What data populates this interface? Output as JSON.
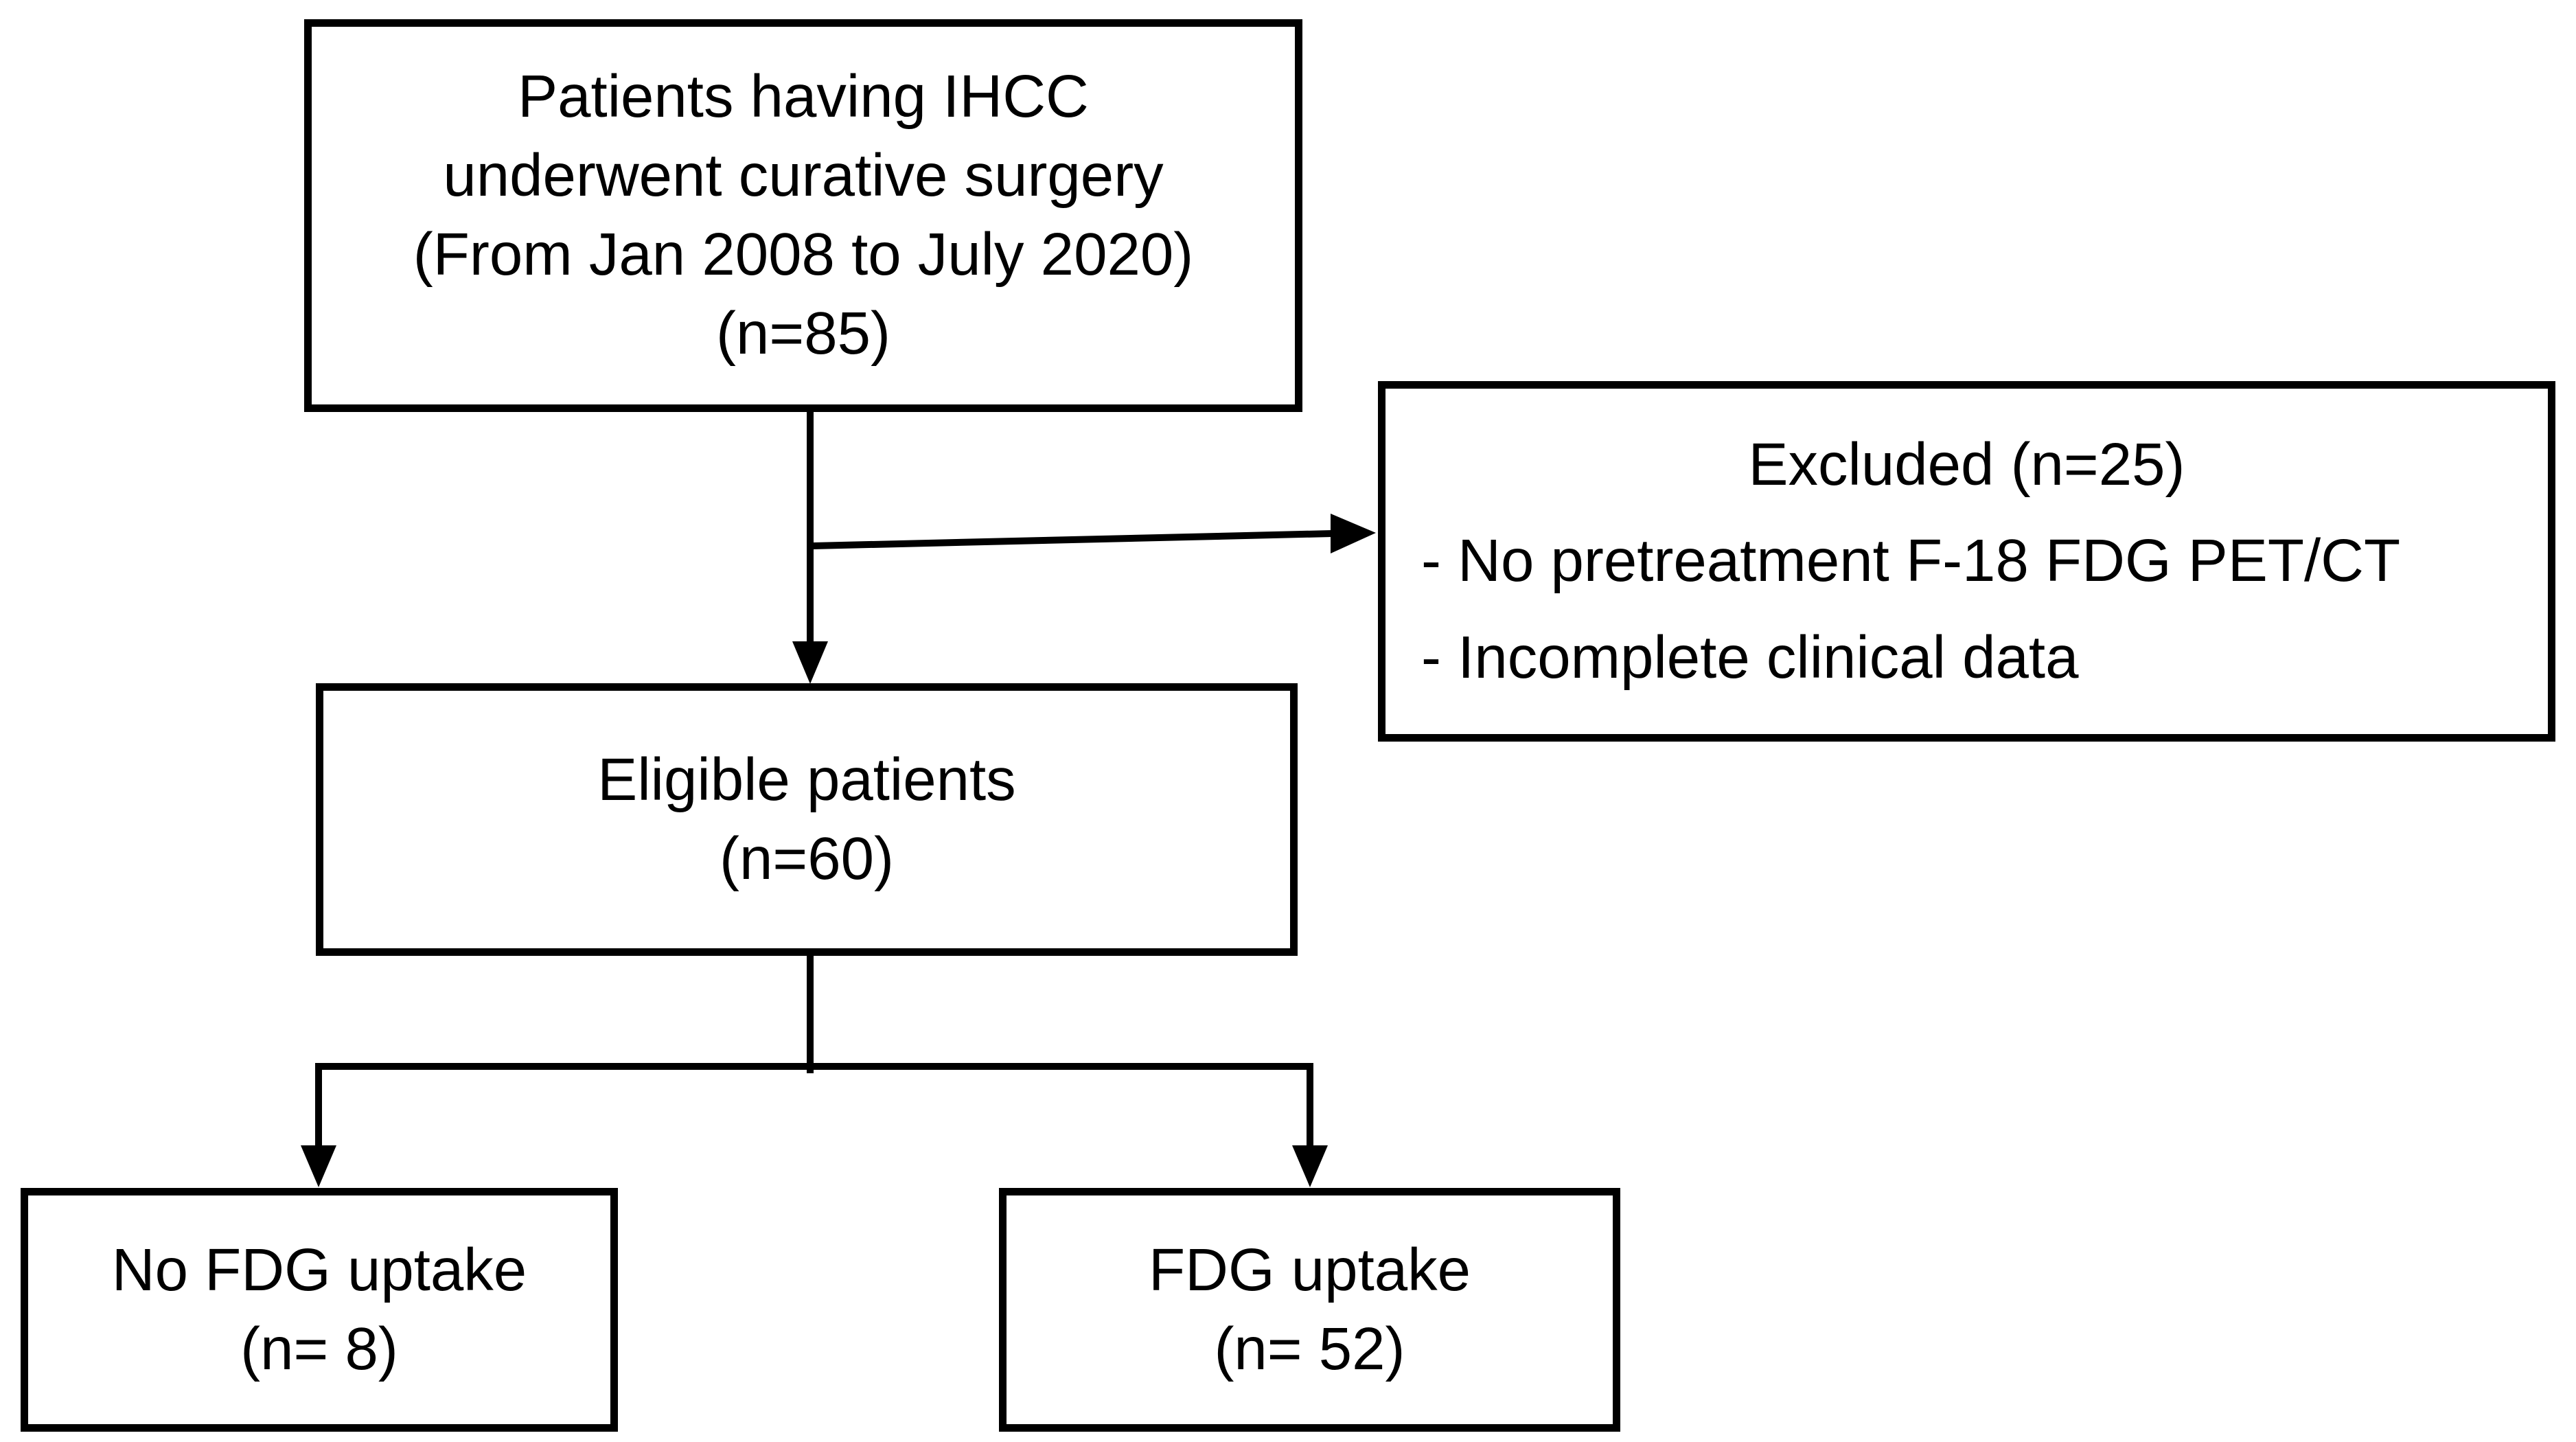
{
  "boxes": {
    "patients": {
      "lines": [
        "Patients having IHCC",
        "underwent curative surgery",
        "(From Jan 2008 to July 2020)",
        "(n=85)"
      ]
    },
    "excluded": {
      "title": "Excluded (n=25)",
      "items": [
        "- No pretreatment F-18 FDG PET/CT",
        "- Incomplete clinical data"
      ]
    },
    "eligible": {
      "lines": [
        "Eligible patients",
        "(n=60)"
      ]
    },
    "no_fdg_uptake": {
      "lines": [
        "No FDG uptake",
        "(n= 8)"
      ]
    },
    "fdg_uptake": {
      "lines": [
        "FDG uptake",
        "(n= 52)"
      ]
    }
  },
  "colors": {
    "line": "#000000",
    "text": "#000000",
    "box_fill": "#ffffff",
    "background": "#ffffff"
  }
}
